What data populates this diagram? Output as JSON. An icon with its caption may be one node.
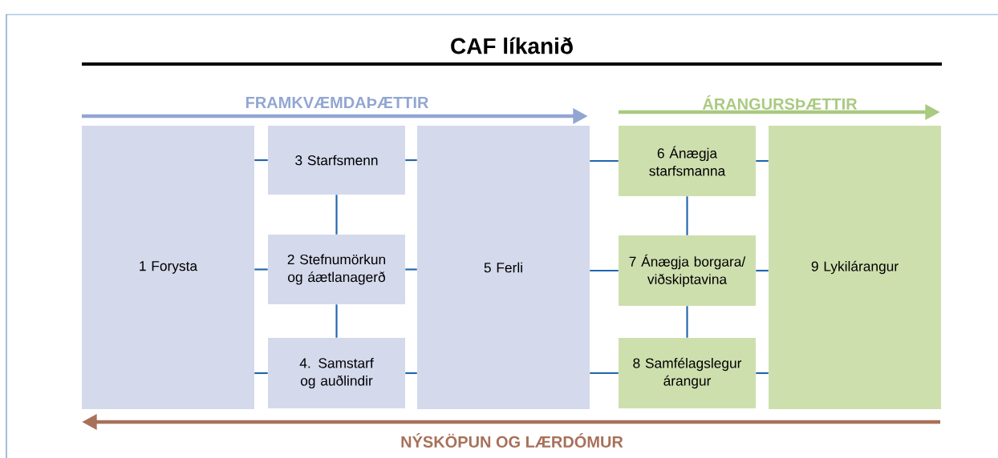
{
  "diagram": {
    "title": "CAF líkanið",
    "nodes": [
      {
        "text": [
          "1 Forysta"
        ]
      },
      {
        "text": [
          "3 Starfsmenn"
        ]
      },
      {
        "text": [
          "2 Stefnumörkun og áætlanagerð"
        ]
      },
      {
        "text": [
          "4. Samstarf og auðlindir"
        ]
      },
      {
        "text": [
          "5 Ferli"
        ]
      },
      {
        "text": [
          "6 Ánægja starfsmanna"
        ]
      },
      {
        "text": [
          "7 Ánægja borgara/ viðskiptavina"
        ]
      },
      {
        "text": [
          "8 Samfélagslegur árangur"
        ]
      },
      {
        "text": [
          "9 Lykilárangur"
        ]
      }
    ],
    "edges": [
      {
        "from": 0,
        "to": 1,
        "arrow": "none"
      },
      {
        "from": 0,
        "to": 2,
        "arrow": "none"
      },
      {
        "from": 0,
        "to": 3,
        "arrow": "none"
      },
      {
        "from": 1,
        "to": 2,
        "arrow": "none"
      },
      {
        "from": 2,
        "to": 3,
        "arrow": "none"
      },
      {
        "from": 1,
        "to": 4,
        "arrow": "none"
      },
      {
        "from": 2,
        "to": 4,
        "arrow": "none"
      },
      {
        "from": 3,
        "to": 4,
        "arrow": "none"
      },
      {
        "from": 4,
        "to": 5,
        "arrow": "none"
      },
      {
        "from": 4,
        "to": 6,
        "arrow": "none"
      },
      {
        "from": 4,
        "to": 7,
        "arrow": "none"
      },
      {
        "from": 5,
        "to": 6,
        "arrow": "none"
      },
      {
        "from": 6,
        "to": 7,
        "arrow": "none"
      },
      {
        "from": 5,
        "to": 8,
        "arrow": "none"
      },
      {
        "from": 6,
        "to": 8,
        "arrow": "none"
      },
      {
        "from": 7,
        "to": 8,
        "arrow": "none"
      }
    ],
    "labels": [
      "FRAMKVÆMDAÞÆTTIR",
      "ÁRANGURSÞÆTTIR",
      "NÝSKÖPUN OG LÆRDÓMUR"
    ]
  }
}
